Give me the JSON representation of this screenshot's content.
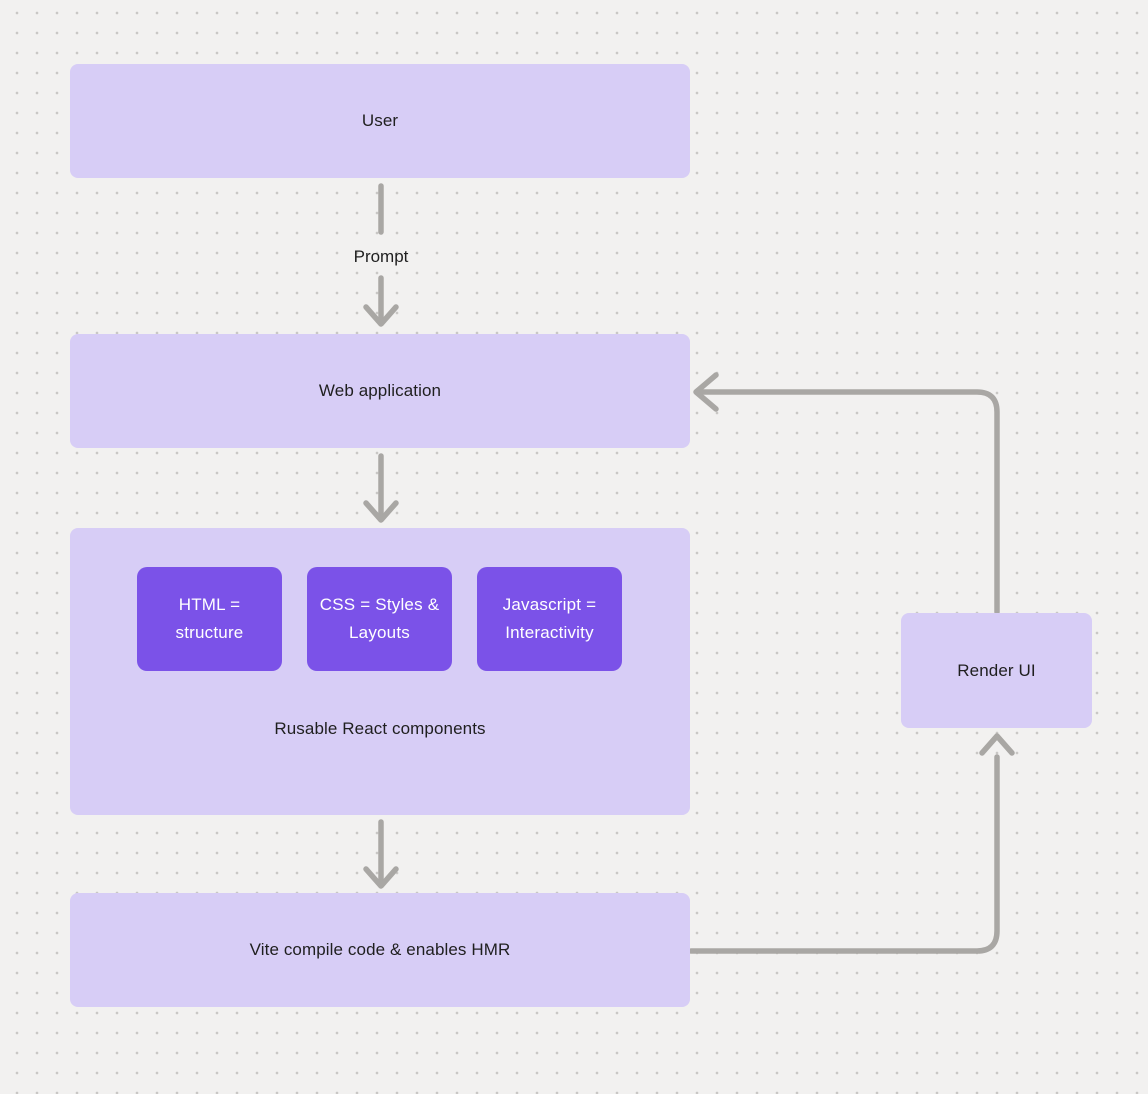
{
  "diagram": {
    "nodes": {
      "user": {
        "label": "User"
      },
      "web_application": {
        "label": "Web application"
      },
      "components_group": {
        "caption": "Rusable React components",
        "chips": [
          {
            "label": "HTML = structure"
          },
          {
            "label": "CSS = Styles & Layouts"
          },
          {
            "label": "Javascript = Interactivity"
          }
        ]
      },
      "vite": {
        "label": "Vite compile code & enables HMR"
      },
      "render_ui": {
        "label": "Render UI"
      }
    },
    "edge_labels": {
      "prompt": "Prompt"
    },
    "colors": {
      "background": "#f2f1f0",
      "grid_dot": "#c9c7c5",
      "node_fill": "#d7cdf6",
      "chip_fill": "#7b52e8",
      "chip_text": "#ffffff",
      "connector": "#a9a7a4",
      "label_text": "#1f1f1f"
    }
  }
}
